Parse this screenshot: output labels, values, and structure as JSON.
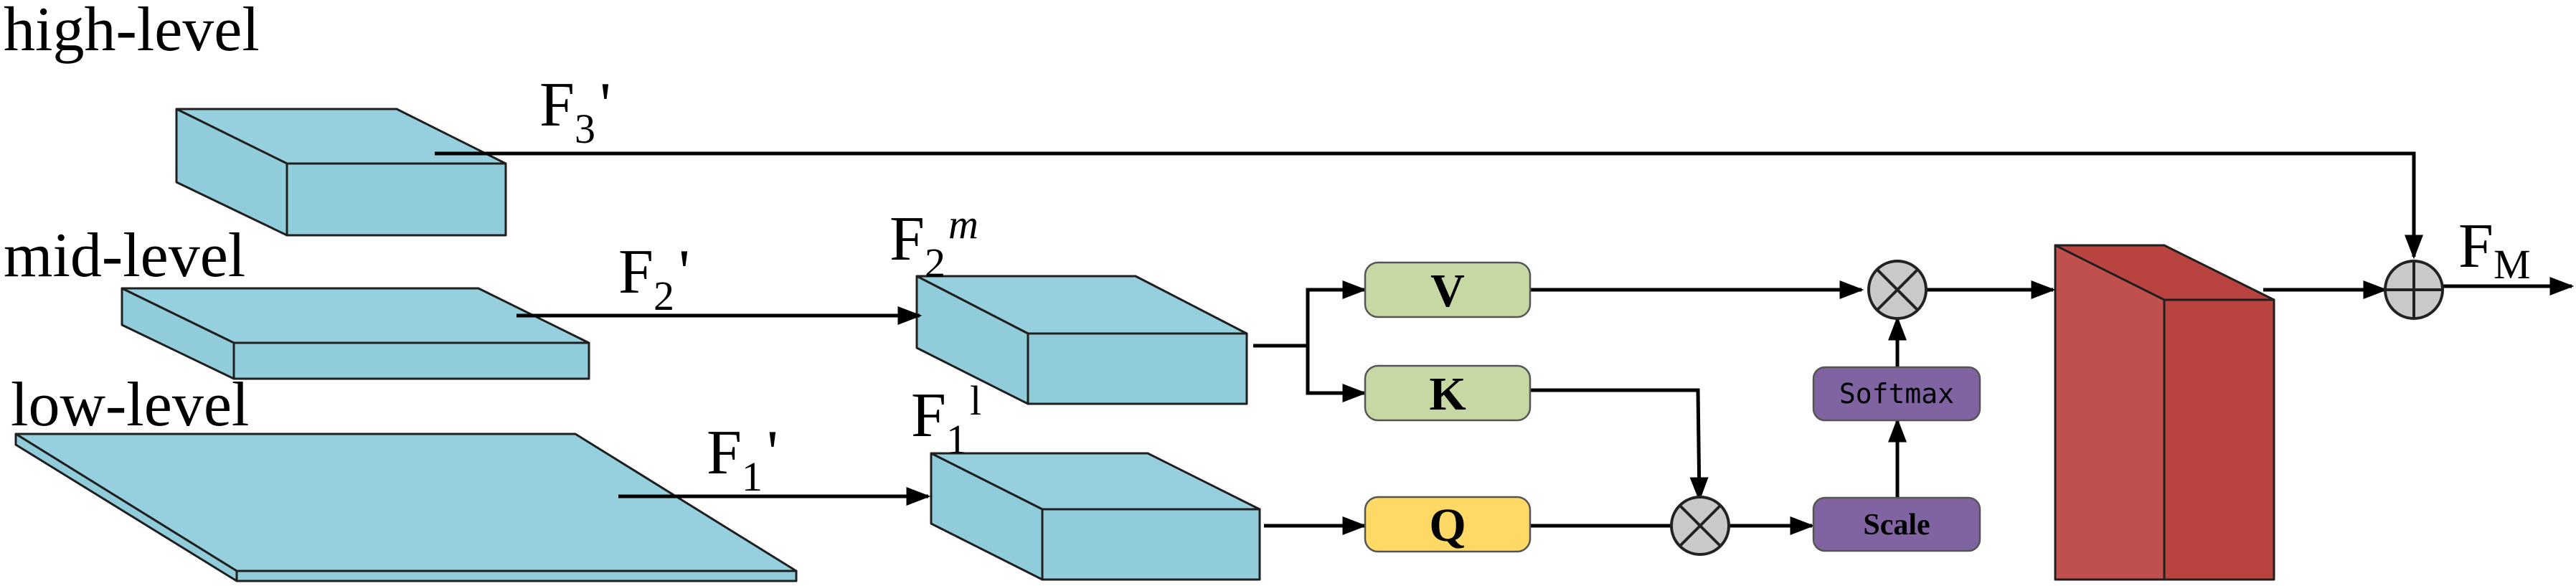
{
  "levels": {
    "high": "high-level",
    "mid": "mid-level",
    "low": "low-level"
  },
  "features": {
    "f3_prime": {
      "main": "F",
      "sub": "3",
      "sup": "'"
    },
    "f2_prime": {
      "main": "F",
      "sub": "2",
      "sup": "'"
    },
    "f1_prime": {
      "main": "F",
      "sub": "1",
      "sup": "'"
    },
    "f2_m": {
      "main": "F",
      "sub": "2",
      "sup": "m"
    },
    "f1_l": {
      "main": "F",
      "sub": "1",
      "sup": "l"
    },
    "fm": {
      "main": "F",
      "sub": "M"
    }
  },
  "blocks": {
    "v": "V",
    "k": "K",
    "q": "Q",
    "softmax": "Softmax",
    "scale": "Scale"
  },
  "colors": {
    "cube_top": "#96cfdd",
    "cube_side": "#91ccda",
    "qkv_green": "#c6d9a4",
    "q_yellow": "#ffd966",
    "purple": "#8064a2",
    "output_front": "#c0504d",
    "output_side": "#b9433f",
    "operator_fill": "#c9c9c9"
  },
  "operators": {
    "multiply_icon": "circled-times-icon",
    "add_icon": "circled-plus-icon"
  }
}
